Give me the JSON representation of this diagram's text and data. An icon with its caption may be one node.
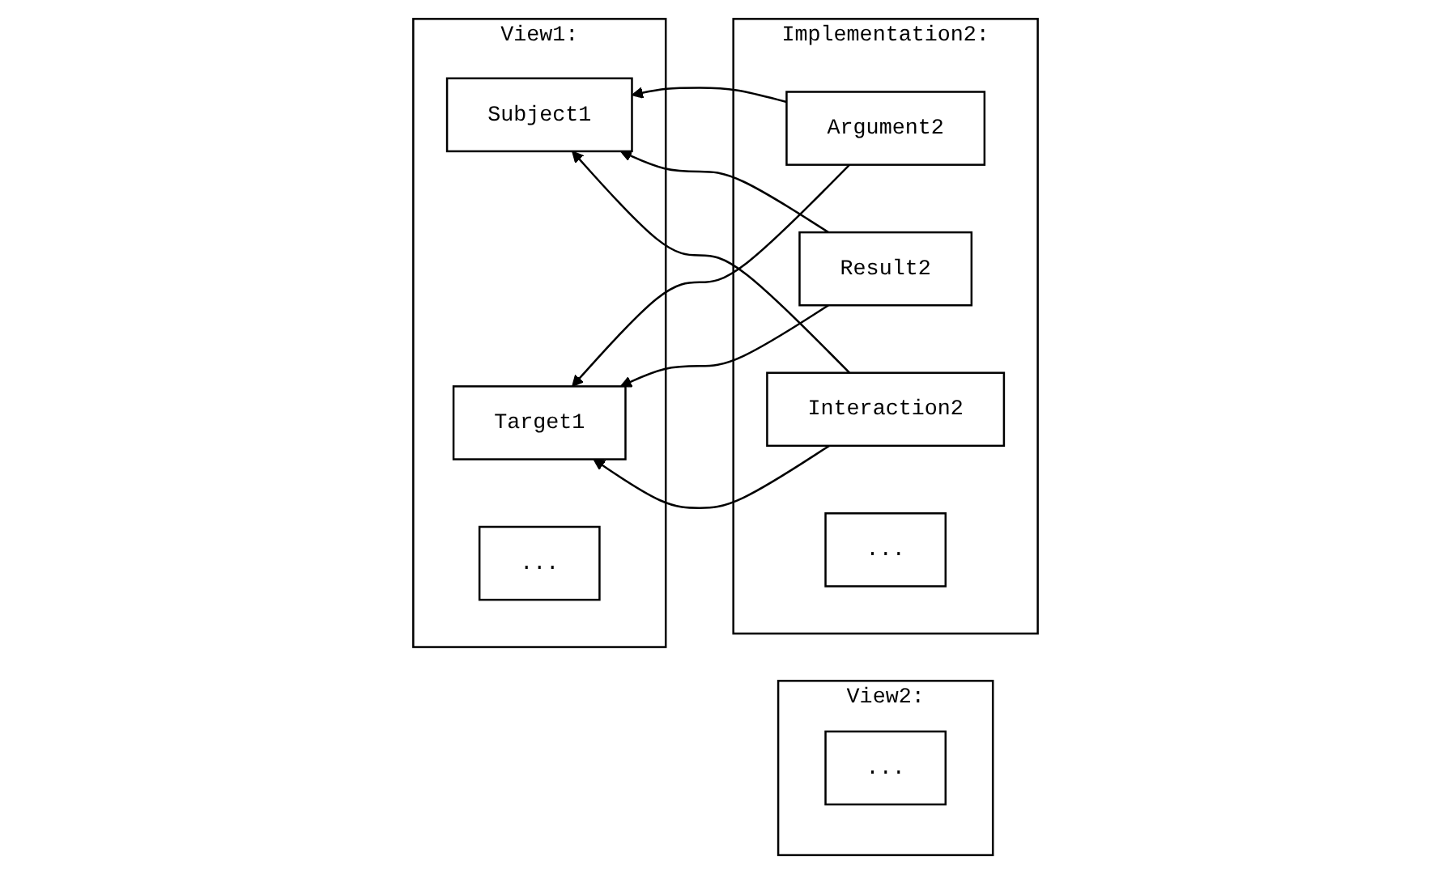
{
  "diagram": {
    "nodes": [
      {
        "text": [
          "View1:"
        ]
      },
      {
        "text": [
          "Subject1"
        ],
        "in": 0
      },
      {
        "text": [
          "Target1"
        ],
        "in": 0
      },
      {
        "text": [
          "..."
        ],
        "in": 0
      },
      {
        "text": [
          "View2:"
        ]
      },
      {
        "text": [
          "..."
        ],
        "in": 4
      },
      {
        "text": [
          "Implementation2:"
        ]
      },
      {
        "text": [
          "Argument2"
        ],
        "in": 6
      },
      {
        "text": [
          "Result2"
        ],
        "in": 6
      },
      {
        "text": [
          "Interaction2"
        ],
        "in": 6
      },
      {
        "text": [
          "..."
        ],
        "in": 6
      }
    ],
    "edges": [
      {
        "from": 7,
        "to": 1,
        "arrow": "to"
      },
      {
        "from": 7,
        "to": 2,
        "arrow": "to"
      },
      {
        "from": 8,
        "to": 1,
        "arrow": "to"
      },
      {
        "from": 8,
        "to": 2,
        "arrow": "to"
      },
      {
        "from": 9,
        "to": 1,
        "arrow": "to"
      },
      {
        "from": 9,
        "to": 2,
        "arrow": "to"
      }
    ]
  }
}
